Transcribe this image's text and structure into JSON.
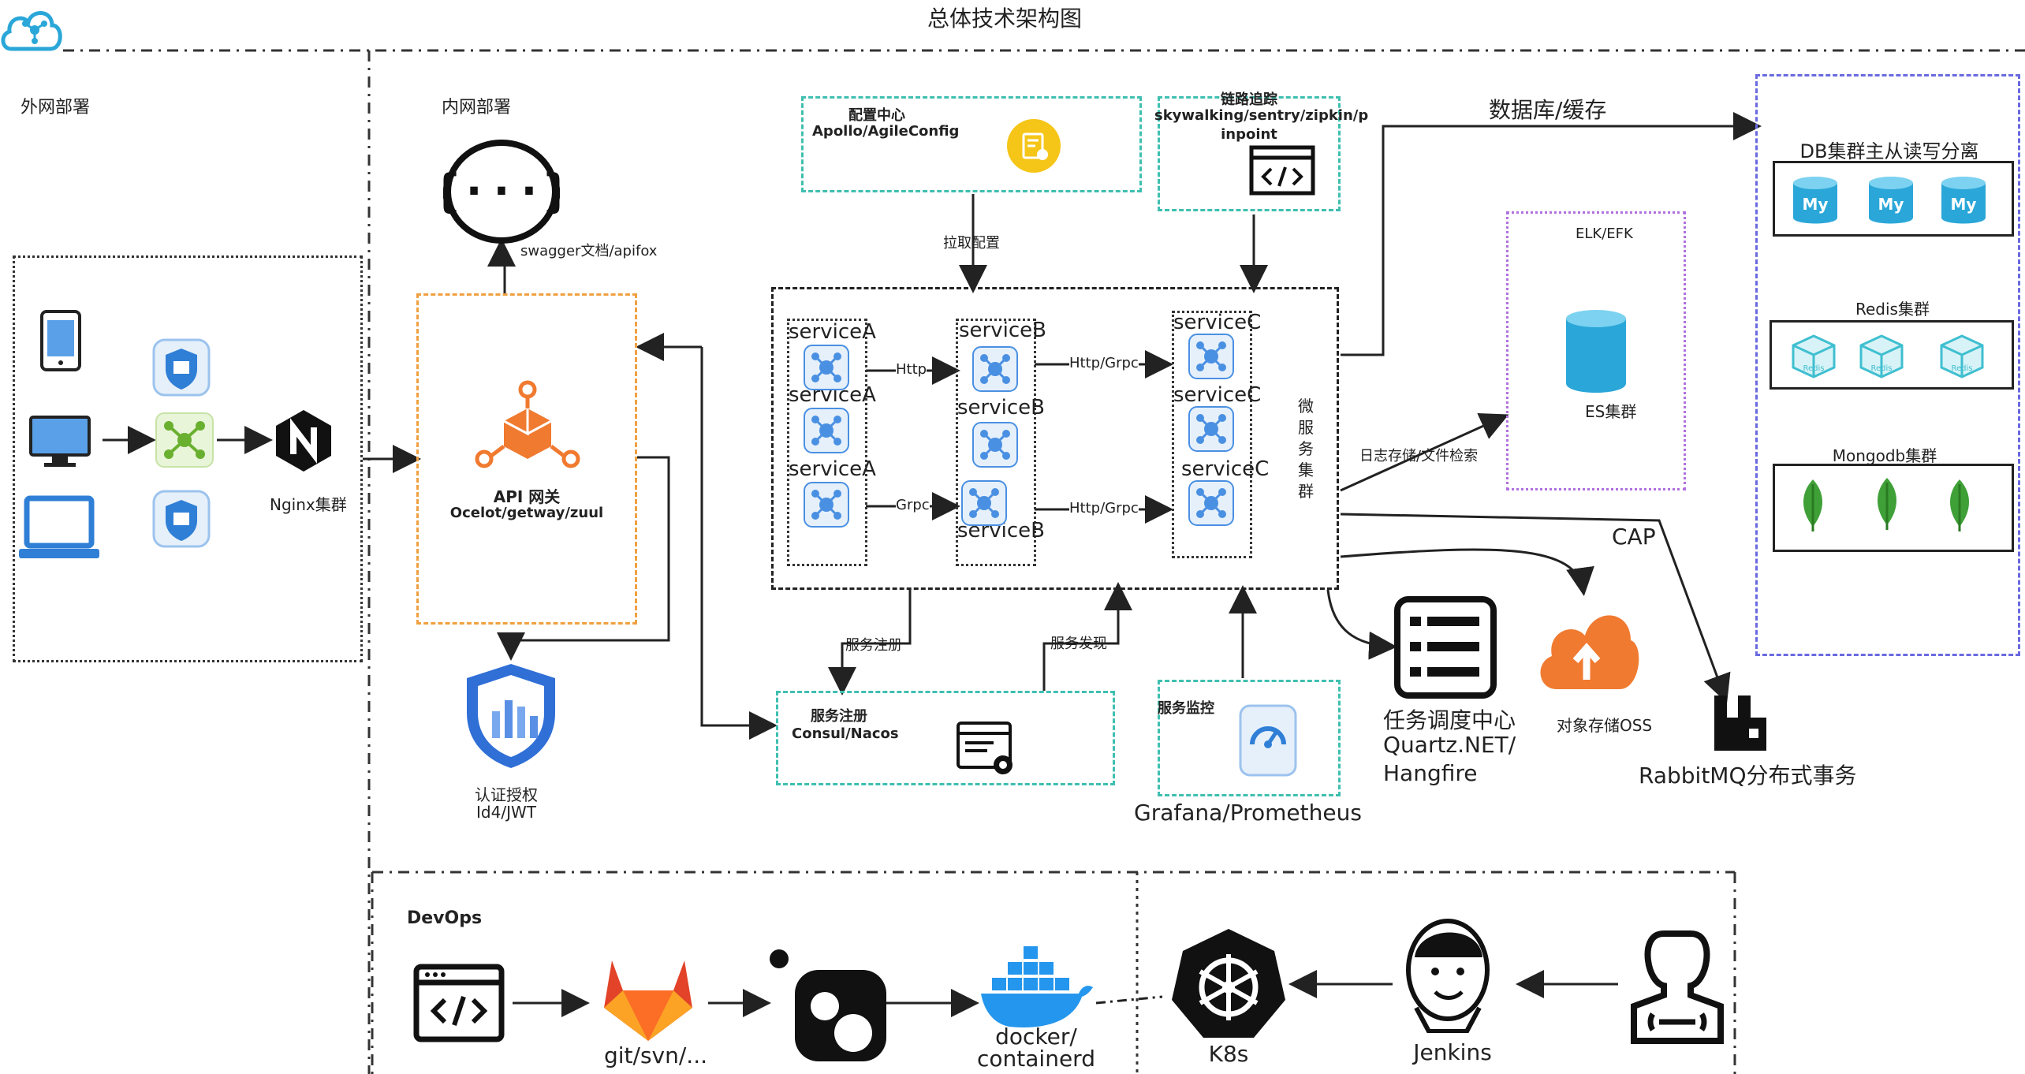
{
  "title": "总体技术架构图",
  "colors": {
    "orange": "#f0a040",
    "teal": "#3fbfb0",
    "purple": "#b070e0",
    "blue_purple": "#6a6ae0",
    "service_blue": "#4a90e2",
    "mq_yellow": "#f5c518",
    "oss_orange": "#f07a30",
    "mongo_green": "#3fa037"
  },
  "sections": {
    "external": {
      "title": "外网部署",
      "nginx_label": "Nginx集群"
    },
    "internal": {
      "title": "内网部署"
    },
    "swagger": {
      "label": "swagger文档/apifox"
    },
    "gateway": {
      "title": "API 网关",
      "subtitle": "Ocelot/getway/zuul"
    },
    "auth": {
      "title": "认证授权",
      "subtitle": "Id4/JWT"
    },
    "config_center": {
      "title": "配置中心",
      "subtitle": "Apollo/AgileConfig",
      "arrow_label": "拉取配置"
    },
    "tracing": {
      "title": "链路追踪",
      "subtitle": "skywalking/sentry/zipkin/p",
      "subtitle2": "inpoint"
    },
    "microservices": {
      "label": "微服务集群",
      "a": [
        "serviceA",
        "serviceA",
        "serviceA"
      ],
      "b": [
        "serviceB",
        "serviceB",
        "serviceB"
      ],
      "c": [
        "serviceC",
        "serviceC",
        "serviceC"
      ],
      "link_http": "Http",
      "link_grpc": "Grpc",
      "link_bc_top": "Http/Grpc",
      "link_bc_bottom": "Http/Grpc"
    },
    "registry": {
      "title": "服务注册",
      "subtitle": "Consul/Nacos",
      "reg_label": "服务注册",
      "disc_label": "服务发现"
    },
    "monitor": {
      "title": "服务监控",
      "caption": "Grafana/Prometheus"
    },
    "elk": {
      "title": "ELK/EFK",
      "es_label": "ES集群",
      "log_label": "日志存储/文件检索"
    },
    "db": {
      "header": "数据库/缓存",
      "db_cluster": "DB集群主从读写分离",
      "redis_cluster": "Redis集群",
      "mongo_cluster": "Mongodb集群",
      "mysql_badge": "My",
      "redis_badge": "Redis"
    },
    "jobs": {
      "line1": "任务调度中心",
      "line2": "Quartz.NET/",
      "line3": "Hangfire"
    },
    "oss": {
      "label": "对象存储OSS"
    },
    "mq": {
      "cap": "CAP",
      "label": "RabbitMQ分布式事务"
    },
    "devops": {
      "title": "DevOps",
      "git": "git/svn/...",
      "docker1": "docker/",
      "docker2": "containerd",
      "k8s": "K8s",
      "jenkins": "Jenkins"
    }
  }
}
